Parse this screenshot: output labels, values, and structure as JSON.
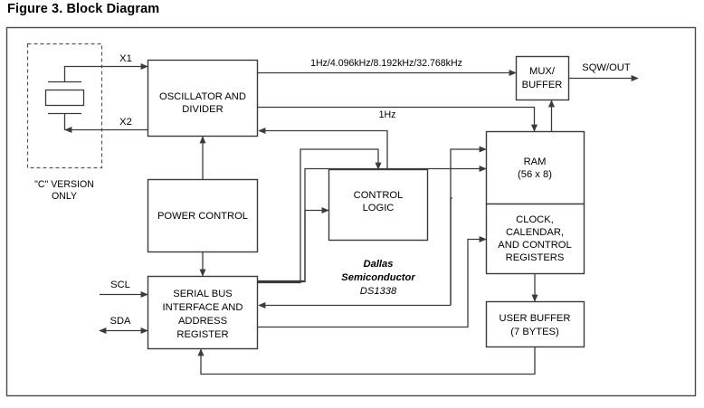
{
  "figure": {
    "title": "Figure 3. Block Diagram"
  },
  "blocks": {
    "oscillator": {
      "line1": "OSCILLATOR AND",
      "line2": "DIVIDER"
    },
    "mux_buffer": {
      "line1": "MUX/",
      "line2": "BUFFER"
    },
    "power_control": {
      "line1": "POWER CONTROL"
    },
    "control_logic": {
      "line1": "CONTROL",
      "line2": "LOGIC"
    },
    "serial_bus": {
      "line1": "SERIAL BUS",
      "line2": "INTERFACE AND",
      "line3": "ADDRESS",
      "line4": "REGISTER"
    },
    "ram": {
      "line1": "RAM",
      "line2": "(56 x 8)"
    },
    "clock_registers": {
      "line1": "CLOCK,",
      "line2": "CALENDAR,",
      "line3": "AND CONTROL",
      "line4": "REGISTERS"
    },
    "user_buffer": {
      "line1": "USER BUFFER",
      "line2": "(7 BYTES)"
    }
  },
  "labels": {
    "x1": "X1",
    "x2": "X2",
    "scl": "SCL",
    "sda": "SDA",
    "sqw_out": "SQW/OUT",
    "freq_bus": "1Hz/4.096kHz/8.192kHz/32.768kHz",
    "one_hz": "1Hz",
    "c_version_line1": "\"C\" VERSION",
    "c_version_line2": "ONLY"
  },
  "brand": {
    "line1": "Dallas",
    "line2": "Semiconductor",
    "line3": "DS1338"
  },
  "colors": {
    "background": "#ffffff",
    "stroke": "#3b3b3b",
    "frame": "#4a4a4a",
    "text": "#000000"
  }
}
